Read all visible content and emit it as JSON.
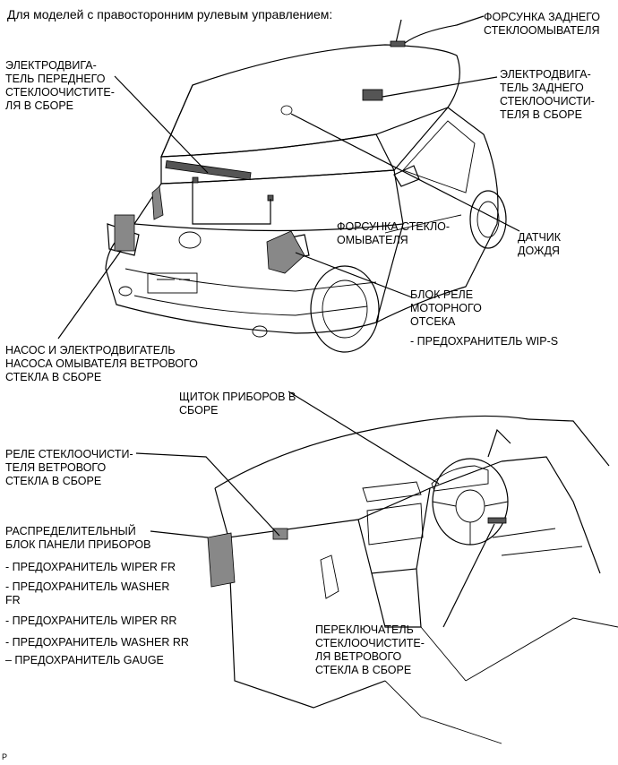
{
  "title": "Для моделей с правосторонним рулевым управлением:",
  "labels": {
    "rear_washer_nozzle": "ФОРСУНКА ЗАДНЕГО\nСТЕКЛООМЫВАТЕЛЯ",
    "front_wiper_motor": "ЭЛЕКТРОДВИГА-\nТЕЛЬ ПЕРЕДНЕГО\nСТЕКЛООЧИСТИТЕ-\nЛЯ В СБОРЕ",
    "rear_wiper_motor": "ЭЛЕКТРОДВИГА-\nТЕЛЬ ЗАДНЕГО\nСТЕКЛООЧИСТИ-\nТЕЛЯ В СБОРЕ",
    "washer_nozzle": "ФОРСУНКА СТЕКЛО-\nОМЫВАТЕЛЯ",
    "rain_sensor": "ДАТЧИК\nДОЖДЯ",
    "engine_relay_block": "БЛОК РЕЛЕ\nМОТОРНОГО\nОТСЕКА",
    "fuse_wip_s": "- ПРЕДОХРАНИТЕЛЬ WIP-S",
    "washer_pump": "НАСОС И ЭЛЕКТРОДВИГАТЕЛЬ\nНАСОСА ОМЫВАТЕЛЯ ВЕТРОВОГО\nСТЕКЛА В СБОРЕ",
    "combination_meter": "ЩИТОК ПРИБОРОВ В\nСБОРЕ",
    "wiper_relay": "РЕЛЕ СТЕКЛООЧИСТИ-\nТЕЛЯ ВЕТРОВОГО\nСТЕКЛА В СБОРЕ",
    "instrument_junction_block": "РАСПРЕДЕЛИТЕЛЬНЫЙ\nБЛОК ПАНЕЛИ ПРИБОРОВ",
    "fuse_wiper_fr": "- ПРЕДОХРАНИТЕЛЬ WIPER FR",
    "fuse_washer_fr": "- ПРЕДОХРАНИТЕЛЬ WASHER\nFR",
    "fuse_wiper_rr": "- ПРЕДОХРАНИТЕЛЬ WIPER RR",
    "fuse_washer_rr": "- ПРЕДОХРАНИТЕЛЬ WASHER RR",
    "fuse_gauge": "– ПРЕДОХРАНИТЕЛЬ GAUGE",
    "wiper_switch": "ПЕРЕКЛЮЧАТЕЛЬ\nСТЕКЛООЧИСТИТЕ-\nЛЯ ВЕТРОВОГО\nСТЕКЛА В СБОРЕ",
    "corner_mark": "P"
  }
}
